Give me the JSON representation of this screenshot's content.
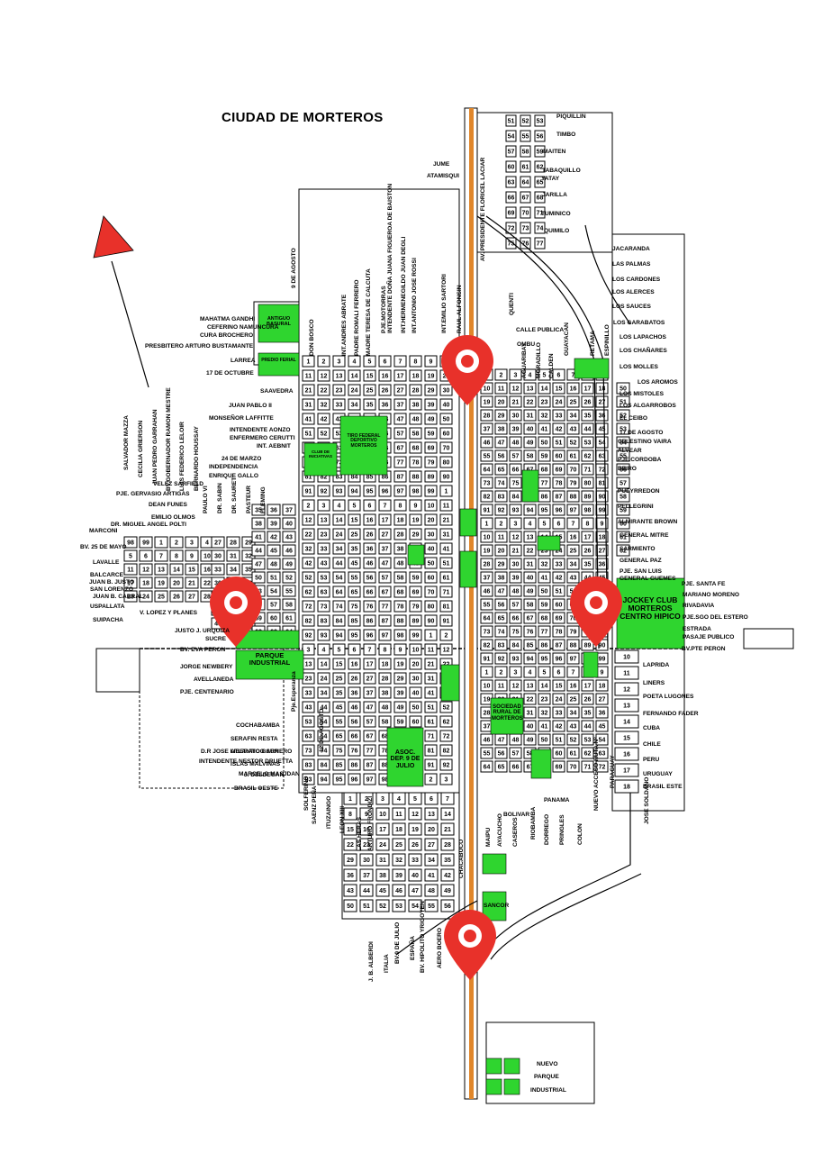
{
  "title": "CIUDAD DE MORTEROS",
  "colors": {
    "pin": "#e8312a",
    "green": "#2fd52f",
    "road": "#e0862a",
    "street": "#000000"
  },
  "icons": [
    "north-arrow-icon",
    "location-pin-icon"
  ],
  "labels_left": [
    "MAHATMA GANDHI",
    "CEFERINO NAMUNCURÁ",
    "CURA BROCHERO",
    "PRESBITERO ARTURO BUSTAMANTE",
    "LARREA",
    "17 DE OCTUBRE",
    "SAAVEDRA",
    "JUAN PABLO II",
    "MONSEÑOR LAFFITTE",
    "INTENDENTE AONZO",
    "ENFERMERO CERUTTI",
    "INT. AEBNIT",
    "24 DE MARZO",
    "INDEPENDENCIA",
    "ENRIQUE GALLO",
    "VELEZ SARFIELD",
    "PJE. GERVASIO ARTIGAS",
    "DEAN FUNES",
    "EMILIO OLMOS",
    "DR. MIGUEL ANGEL POLTI",
    "MARCONI",
    "BV. 25 DE MAYO",
    "LAVALLE",
    "BALCARCE",
    "JUAN B. JUSTO",
    "SAN LORENZO",
    "JUAN B. CABRAL",
    "USPALLATA",
    "SUIPACHA",
    "V. LOPEZ Y PLANES",
    "JUSTO J. URQUIZA",
    "SUCRE",
    "BV. EVA PERON",
    "JORGE NEWBERY",
    "AVELLANEDA",
    "PJE. CENTENARIO",
    "COCHABAMBA",
    "SERAFIN RESTA",
    "ATLANTICO SUR",
    "ISLAS MALVINAS",
    "J. DELDEGAN",
    "D.R JOSE LIBERATO GARNERO",
    "INTENDENTE NESTOR DRUETTA",
    "MARCELO MASJDAN",
    "BRASIL OESTE"
  ],
  "labels_right": [
    "PIQUILLIN",
    "TIMBO",
    "MAITEN",
    "TABAQUILLO",
    "YATAY",
    "JARILLA",
    "TUMINICO",
    "QUIMILO",
    "JACARANDA",
    "LAS PALMAS",
    "LOS CARDONES",
    "LOS ALERCES",
    "LOS SAUCES",
    "LOS GARABATOS",
    "LOS LAPACHOS",
    "LOS CHAÑARES",
    "LOS MOLLES",
    "LOS AROMOS",
    "LOS MISTOLES",
    "LOS ALGARROBOS",
    "EL CEIBO",
    "17 DE AGOSTO",
    "CELESTINO VAIRA",
    "ALVEAR",
    "PJE.CORDOBA",
    "BEIRO",
    "PUEYRREDON",
    "PELLEGRINI",
    "ALMIRANTE BROWN",
    "GENERAL MITRE",
    "SARMIENTO",
    "GENERAL PAZ",
    "PJE. SAN LUIS",
    "GENERAL GUEMES",
    "PJE. SANTA FE",
    "MARIANO MORENO",
    "RIVADAVIA",
    "PJE.SGO DEL ESTERO",
    "ESTRADA",
    "PASAJE PUBLICO",
    "BV.PTE PERON",
    "LAPRIDA",
    "LINERS",
    "POETA LUGONES",
    "FERNANDO FADER",
    "CUBA",
    "CHILE",
    "PERU",
    "URUGUAY",
    "BRASIL ESTE"
  ],
  "labels_center": [
    "JUME",
    "ATAMISQUI",
    "CALLE PUBLICA",
    "OMBU",
    "PANAMA",
    "BOLIVAR",
    "NUEVO",
    "PARQUE",
    "INDUSTRIAL"
  ],
  "labels_vertical": [
    "SALVADOR MAZZA",
    "CECILIA GRIERSON",
    "JUAN PEDRO GARRAHAN",
    "BV.GOBERNADOR RAMON MESTRE",
    "LUIS FEDERICO LELOIR",
    "BERNARDO HOUSSAY",
    "PAULO VI",
    "DR. SABIN",
    "DR. SAURET",
    "PASTEUR",
    "FLEMING",
    "DON BOSCO",
    "INT.ANDRES ABRATE",
    "PADRE ROMALI FERRERO",
    "MADRE TERESA DE CALCUTA",
    "PJE.MOTORRAS",
    "INTENDENTE DOÑA JUANA FIGUEROA DE BAISTON",
    "INT.HERMENEGILDO JUAN DEGLI",
    "INT.ANTONIO JOSE ROSSI",
    "INT.EMILIO SARTORI",
    "RAUL ALFONSIN",
    "QUENTI",
    "AGUARIBAY",
    "MORADILLO",
    "CALDEN",
    "GUAYACAN",
    "RETAMA",
    "ESPINILLO",
    "AV. PRESIDENTE FLORICEL LACIAR",
    "9 DE AGOSTO",
    "Pje.Esperanza",
    "12 DE AGOSTO",
    "SOLFERINO",
    "SAENZ PEÑA",
    "ITUZAINGO",
    "LEON XIII",
    "LAS HERAS",
    "ARTURO FRONDIZI",
    "CHACABUCO",
    "MAIPU",
    "AYACUCHO",
    "CASEROS",
    "RIOBAMBA",
    "DORREGO",
    "PRINGLES",
    "COLON",
    "NUEVO ACCESO RUTA N°",
    "PARAGUAY",
    "JOSE SOLDANO",
    "J. B. ALBERDI",
    "ITALIA",
    "BV.9 DE JULIO",
    "ESPAÑA",
    "BV. HIPOLITO YRIGOYEN",
    "AERO BOERO"
  ],
  "green_areas": [
    "ANTIGUO BASURAL",
    "PREDIO FERIAL",
    "TIRO FEDERAL DEPORTIVO MORTEROS",
    "PARQUE INDUSTRIAL",
    "JOCKEY CLUB MORTEROS CENTRO HIPICO",
    "ASOC. DEP. 9 DE JULIO",
    "SOCIEDAD RURAL DE MORTEROS",
    "SANCOR",
    "CLUB DE INICIATIVAS"
  ],
  "pins": 4
}
